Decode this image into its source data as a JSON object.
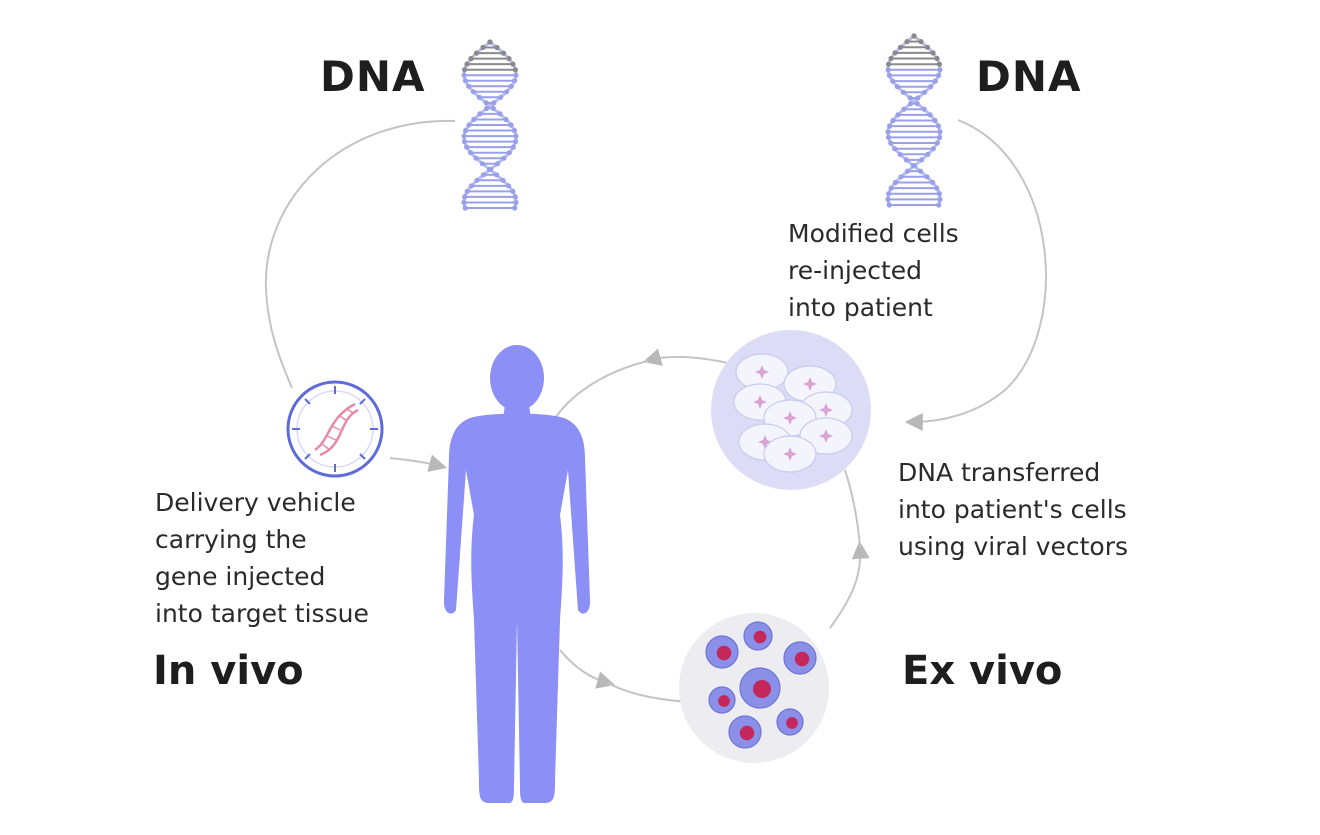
{
  "labels": {
    "dna_left": "DNA",
    "dna_right": "DNA",
    "in_vivo": "In vivo",
    "ex_vivo": "Ex vivo"
  },
  "captions": {
    "modified_cells": [
      "Modified cells",
      "re-injected",
      "into patient"
    ],
    "dna_transferred": [
      "DNA transferred",
      "into patient's cells",
      "using viral vectors"
    ],
    "delivery_vehicle": [
      "Delivery vehicle",
      "carrying the",
      "gene injected",
      "into target tissue"
    ]
  },
  "colors": {
    "body": "#8b8ff6",
    "dna_strand": "#b7bdf2",
    "dna_rung": "#9aa0e8",
    "dna_top": "#8a8a8a",
    "cell_disc_bg": "#dcdcf7",
    "cell_bg": "#ececf1",
    "cell_body": "#8a8fe8",
    "cell_nucleus": "#c4285a",
    "arrow": "#b8b8b8",
    "vehicle_ring": "#5f6bd8",
    "vehicle_dna": "#e88aa6",
    "text": "#1e1e1e"
  },
  "icons": {
    "dna_left": "dna-helix-icon",
    "dna_right": "dna-helix-icon",
    "vehicle": "delivery-vehicle-icon",
    "human": "human-silhouette-icon",
    "modified_cells": "modified-cells-icon",
    "patient_cells": "patient-cells-icon"
  }
}
